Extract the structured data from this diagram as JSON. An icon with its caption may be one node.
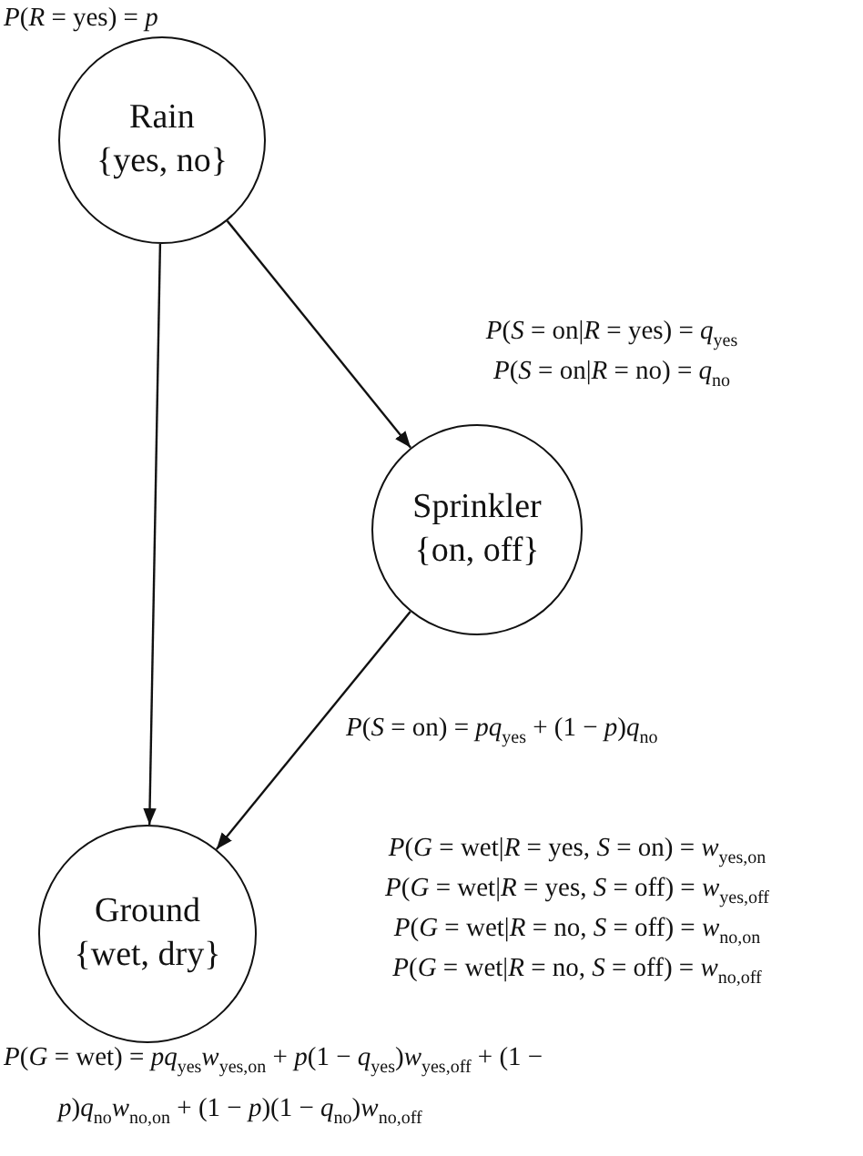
{
  "diagram": {
    "nodes": [
      {
        "text": [
          "Rain",
          "{yes, no}"
        ],
        "beside": [
          "*P*(*R* = yes) = *p*"
        ]
      },
      {
        "text": [
          "Sprinkler",
          "{on, off}"
        ],
        "beside": [
          "*P*(*S* = on|*R* = yes) = *q*$_{yes}$",
          "*P*(*S* = on|*R* = no) = *q*$_{no}$",
          "*P*(*S* = on) = *pq*$_{yes}$ + (1 − *p*)*q*$_{no}$"
        ]
      },
      {
        "text": [
          "Ground",
          "{wet, dry}"
        ],
        "beside": [
          "*P*(*G* = wet|*R* = yes, *S* = on) = *w*$_{yes,on}$",
          "*P*(*G* = wet|*R* = yes, *S* = off) = *w*$_{yes,off}$",
          "*P*(*G* = wet|*R* = no, *S* = off) = *w*$_{no,on}$",
          "*P*(*G* = wet|*R* = no, *S* = off) = *w*$_{no,off}$"
        ]
      }
    ],
    "edges": [
      {
        "from": 0,
        "to": 1,
        "arrow": "to"
      },
      {
        "from": 0,
        "to": 2,
        "arrow": "to"
      },
      {
        "from": 1,
        "to": 2,
        "arrow": "to"
      }
    ],
    "labels": [
      "*P*(*G* = wet) = *pq*$_{yes}$*w*$_{yes,on}$ + *p*(1 − *q*$_{yes}$)*w*$_{yes,off}$ + (1 − *p*)*q*$_{no}$*w*$_{no,on}$ + (1 − *p*)(1 − *q*$_{no}$)*w*$_{no,off}$"
    ]
  }
}
